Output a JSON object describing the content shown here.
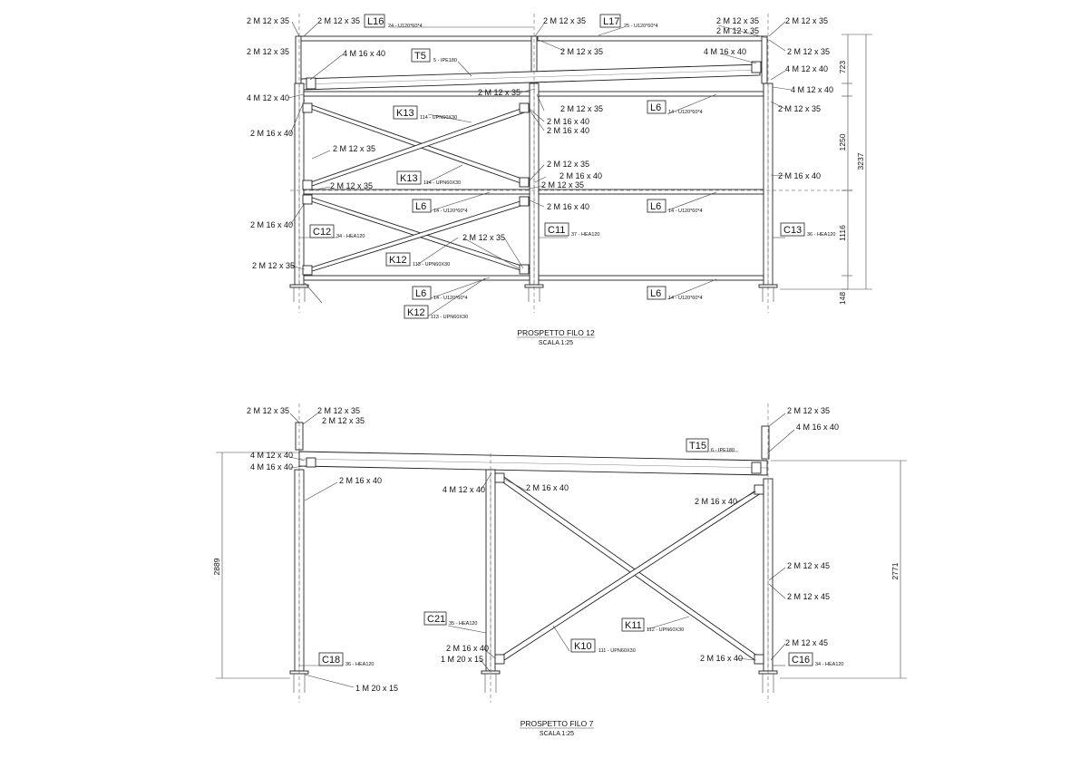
{
  "elev12": {
    "title": "PROSPETTO FILO 12",
    "scale": "SCALA  1:25",
    "bolts": [
      "2 M 12 x 35",
      "2 M 12 x 35",
      "2 M 12 x 35",
      "2 M 12 x 35",
      "2 M 12 x 35",
      "2 M 12 x 35",
      "2 M 12 x 35",
      "2 M 12 x 35",
      "4 M 16 x 40",
      "2 M 12 x 35",
      "4 M 16 x 40",
      "4 M 12 x 40",
      "4 M 12 x 40",
      "4 M 12 x 40",
      "2 M 12 x 35",
      "2 M 12 x 35",
      "2 M 12 x 35",
      "2 M 16 x 40",
      "2 M 16 x 40",
      "2 M 16 x 40",
      "2 M 12 x 35",
      "2 M 12 x 35",
      "2 M 16 x 40",
      "2 M 16 x 40",
      "2 M 12 x 35",
      "2 M 12 x 35",
      "2 M 16 x 40",
      "2 M 16 x 40",
      "2 M 12 x 35",
      "2 M 12 x 35"
    ],
    "tags": [
      {
        "id": "L16",
        "sub": "24 - U120*60*4"
      },
      {
        "id": "L17",
        "sub": "25 - U120*60*4"
      },
      {
        "id": "T5",
        "sub": "5 - IPE180"
      },
      {
        "id": "K13",
        "sub": "114 - UPN60X30"
      },
      {
        "id": "L6",
        "sub": "14 - U120*60*4"
      },
      {
        "id": "K13",
        "sub": "114 - UPN60X30"
      },
      {
        "id": "L6",
        "sub": "14 - U120*60*4"
      },
      {
        "id": "L6",
        "sub": "14 - U120*60*4"
      },
      {
        "id": "C12",
        "sub": "34 - HEA120"
      },
      {
        "id": "C11",
        "sub": "37 - HEA120"
      },
      {
        "id": "C13",
        "sub": "36 - HEA120"
      },
      {
        "id": "K12",
        "sub": "113 - UPN60X30"
      },
      {
        "id": "L6",
        "sub": "14 - U120*60*4"
      },
      {
        "id": "L6",
        "sub": "14 - U120*60*4"
      },
      {
        "id": "K12",
        "sub": "113 - UPN60X30"
      }
    ],
    "dims": [
      "723",
      "1250",
      "1116",
      "148",
      "3237"
    ]
  },
  "elev7": {
    "title": "PROSPETTO FILO 7",
    "scale": "SCALA  1:25",
    "bolts": [
      "2 M 12 x 35",
      "2 M 12 x 35",
      "2 M 12 x 35",
      "2 M 12 x 35",
      "4 M 16 x 40",
      "4 M 12 x 40",
      "4 M 16 x 40",
      "2 M 16 x 40",
      "4 M 12 x 40",
      "2 M 16 x 40",
      "2 M 16 x 40",
      "2 M 12 x 45",
      "2 M 12 x 45",
      "2 M 12 x 45",
      "2 M 16 x 40",
      "1 M 20 x 15",
      "2 M 16 x 40",
      "1 M 20 x 15"
    ],
    "tags": [
      {
        "id": "T15",
        "sub": "6 - IPE180"
      },
      {
        "id": "C21",
        "sub": "35 - HEA120"
      },
      {
        "id": "K11",
        "sub": "112 - UPN60X30"
      },
      {
        "id": "K10",
        "sub": "111 - UPN60X30"
      },
      {
        "id": "C18",
        "sub": "36 - HEA120"
      },
      {
        "id": "C16",
        "sub": "34 - HEA120"
      }
    ],
    "dims": [
      "2889",
      "2771"
    ]
  }
}
